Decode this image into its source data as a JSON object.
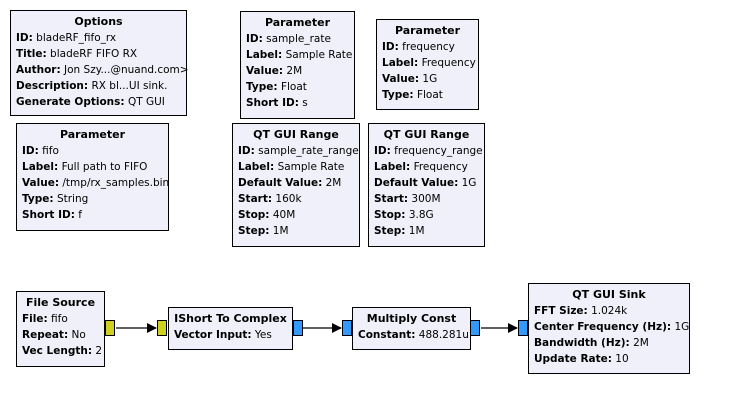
{
  "blocks": {
    "options": {
      "title": "Options",
      "params": [
        {
          "key": "ID:",
          "value": "bladeRF_fifo_rx"
        },
        {
          "key": "Title:",
          "value": "bladeRF FIFO RX"
        },
        {
          "key": "Author:",
          "value": "Jon Szy...@nuand.com>"
        },
        {
          "key": "Description:",
          "value": "RX bl...UI sink."
        },
        {
          "key": "Generate Options:",
          "value": "QT GUI"
        }
      ]
    },
    "param_sample_rate": {
      "title": "Parameter",
      "params": [
        {
          "key": "ID:",
          "value": "sample_rate"
        },
        {
          "key": "Label:",
          "value": "Sample Rate"
        },
        {
          "key": "Value:",
          "value": "2M"
        },
        {
          "key": "Type:",
          "value": "Float"
        },
        {
          "key": "Short ID:",
          "value": "s"
        }
      ]
    },
    "param_frequency": {
      "title": "Parameter",
      "params": [
        {
          "key": "ID:",
          "value": "frequency"
        },
        {
          "key": "Label:",
          "value": "Frequency"
        },
        {
          "key": "Value:",
          "value": "1G"
        },
        {
          "key": "Type:",
          "value": "Float"
        }
      ]
    },
    "param_fifo": {
      "title": "Parameter",
      "params": [
        {
          "key": "ID:",
          "value": "fifo"
        },
        {
          "key": "Label:",
          "value": "Full path to FIFO"
        },
        {
          "key": "Value:",
          "value": "/tmp/rx_samples.bin"
        },
        {
          "key": "Type:",
          "value": "String"
        },
        {
          "key": "Short ID:",
          "value": "f"
        }
      ]
    },
    "range_sample_rate": {
      "title": "QT GUI Range",
      "params": [
        {
          "key": "ID:",
          "value": "sample_rate_range"
        },
        {
          "key": "Label:",
          "value": "Sample Rate"
        },
        {
          "key": "Default Value:",
          "value": "2M"
        },
        {
          "key": "Start:",
          "value": "160k"
        },
        {
          "key": "Stop:",
          "value": "40M"
        },
        {
          "key": "Step:",
          "value": "1M"
        }
      ]
    },
    "range_frequency": {
      "title": "QT GUI Range",
      "params": [
        {
          "key": "ID:",
          "value": "frequency_range"
        },
        {
          "key": "Label:",
          "value": "Frequency"
        },
        {
          "key": "Default Value:",
          "value": "1G"
        },
        {
          "key": "Start:",
          "value": "300M"
        },
        {
          "key": "Stop:",
          "value": "3.8G"
        },
        {
          "key": "Step:",
          "value": "1M"
        }
      ]
    },
    "file_source": {
      "title": "File Source",
      "params": [
        {
          "key": "File:",
          "value": "fifo"
        },
        {
          "key": "Repeat:",
          "value": "No"
        },
        {
          "key": "Vec Length:",
          "value": "2"
        }
      ]
    },
    "ishort_to_complex": {
      "title": "IShort To Complex",
      "params": [
        {
          "key": "Vector Input:",
          "value": "Yes"
        }
      ]
    },
    "multiply_const": {
      "title": "Multiply Const",
      "params": [
        {
          "key": "Constant:",
          "value": "488.281u"
        }
      ]
    },
    "qt_gui_sink": {
      "title": "QT GUI Sink",
      "params": [
        {
          "key": "FFT Size:",
          "value": "1.024k"
        },
        {
          "key": "Center Frequency (Hz):",
          "value": "1G"
        },
        {
          "key": "Bandwidth (Hz):",
          "value": "2M"
        },
        {
          "key": "Update Rate:",
          "value": "10"
        }
      ]
    }
  },
  "port_colors": {
    "short": "#d0d020",
    "complex": "#3399ff"
  }
}
